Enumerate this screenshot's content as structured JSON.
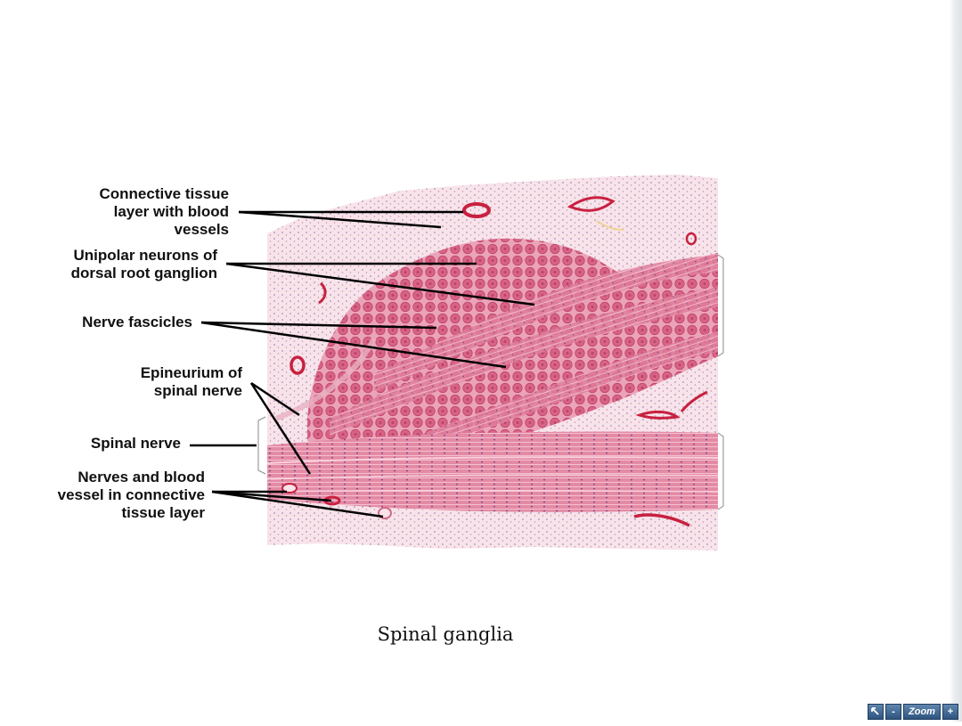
{
  "figure": {
    "labels": {
      "connective_tissue": "Connective tissue\nlayer with blood\nvessels",
      "unipolar_neurons": "Unipolar neurons of\ndorsal root ganglion",
      "nerve_fascicles": "Nerve fascicles",
      "epineurium": "Epineurium of\nspinal nerve",
      "spinal_nerve": "Spinal nerve",
      "nerves_blood_vessel": "Nerves and blood\nvessel in connective\ntissue layer"
    },
    "caption": "Spinal ganglia"
  },
  "toolbar": {
    "pointer_icon": "pointer-arrow-icon",
    "zoom_out_label": "-",
    "zoom_label": "Zoom",
    "zoom_in_label": "+"
  },
  "colors": {
    "tissue_pale": "#f7dde6",
    "tissue_pink": "#eaa6bc",
    "neuron": "#d9577c",
    "nerve": "#e2839f",
    "vessel": "#c8203f"
  }
}
